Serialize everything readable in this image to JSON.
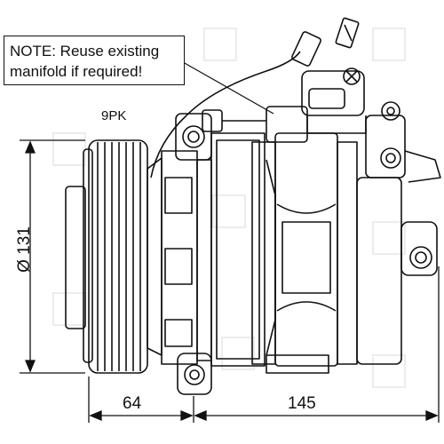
{
  "note": {
    "line1": "NOTE: Reuse existing",
    "line2": "manifold if required!"
  },
  "labels": {
    "belt": "9PK",
    "diameter": "Ø 131",
    "width_pulley": "64",
    "width_body": "145"
  },
  "colors": {
    "line": "#111111",
    "watermark": "#e6e6e6",
    "background": "#ffffff"
  }
}
